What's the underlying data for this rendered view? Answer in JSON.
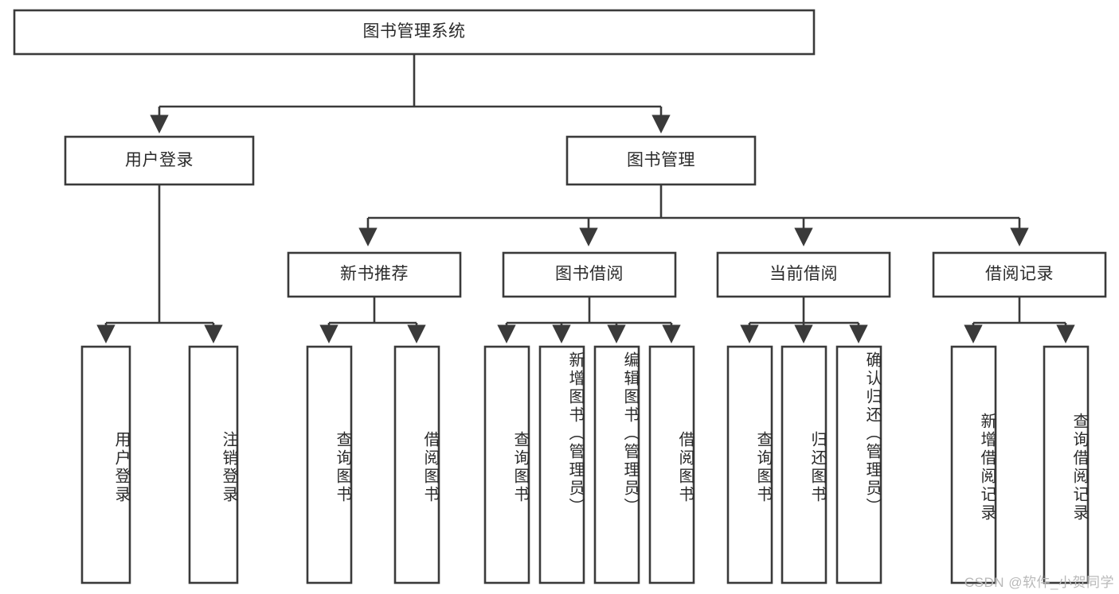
{
  "diagram": {
    "type": "tree-hierarchy",
    "title": "图书管理系统",
    "watermark": "CSDN @软件_小贺同学",
    "colors": {
      "stroke": "#3a3a3a",
      "box_fill": "#ffffff",
      "text": "#2b2b2b",
      "watermark": "#b9b9b9",
      "background": "#ffffff"
    },
    "levels": [
      {
        "level": 1,
        "orientation": "horizontal"
      },
      {
        "level": 2,
        "orientation": "horizontal"
      },
      {
        "level": 3,
        "orientation": "horizontal"
      },
      {
        "level": 4,
        "orientation": "vertical"
      }
    ],
    "root": {
      "id": "root",
      "label": "图书管理系统"
    },
    "level2": [
      {
        "id": "user-login",
        "label": "用户登录"
      },
      {
        "id": "book-management",
        "label": "图书管理"
      }
    ],
    "level3": [
      {
        "id": "new-book-recommend",
        "label": "新书推荐",
        "parent": "book-management"
      },
      {
        "id": "book-borrow",
        "label": "图书借阅",
        "parent": "book-management"
      },
      {
        "id": "current-borrow",
        "label": "当前借阅",
        "parent": "book-management"
      },
      {
        "id": "borrow-record",
        "label": "借阅记录",
        "parent": "book-management"
      }
    ],
    "leaves": [
      {
        "id": "leaf-user-login",
        "label": "用户登录",
        "parent": "user-login"
      },
      {
        "id": "leaf-user-logout",
        "label": "注销登录",
        "parent": "user-login"
      },
      {
        "id": "leaf-query-book-1",
        "label": "查询图书",
        "parent": "new-book-recommend"
      },
      {
        "id": "leaf-borrow-book-1",
        "label": "借阅图书",
        "parent": "new-book-recommend"
      },
      {
        "id": "leaf-query-book-2",
        "label": "查询图书",
        "parent": "book-borrow"
      },
      {
        "id": "leaf-add-book",
        "label": "新增图书（管理员）",
        "parent": "book-borrow"
      },
      {
        "id": "leaf-edit-book",
        "label": "编辑图书（管理员）",
        "parent": "book-borrow"
      },
      {
        "id": "leaf-borrow-book-2",
        "label": "借阅图书",
        "parent": "book-borrow"
      },
      {
        "id": "leaf-query-book-3",
        "label": "查询图书",
        "parent": "current-borrow"
      },
      {
        "id": "leaf-return-book",
        "label": "归还图书",
        "parent": "current-borrow"
      },
      {
        "id": "leaf-confirm-return",
        "label": "确认归还（管理员）",
        "parent": "current-borrow"
      },
      {
        "id": "leaf-add-record",
        "label": "新增借阅记录",
        "parent": "borrow-record"
      },
      {
        "id": "leaf-query-record",
        "label": "查询借阅记录",
        "parent": "borrow-record"
      }
    ]
  }
}
